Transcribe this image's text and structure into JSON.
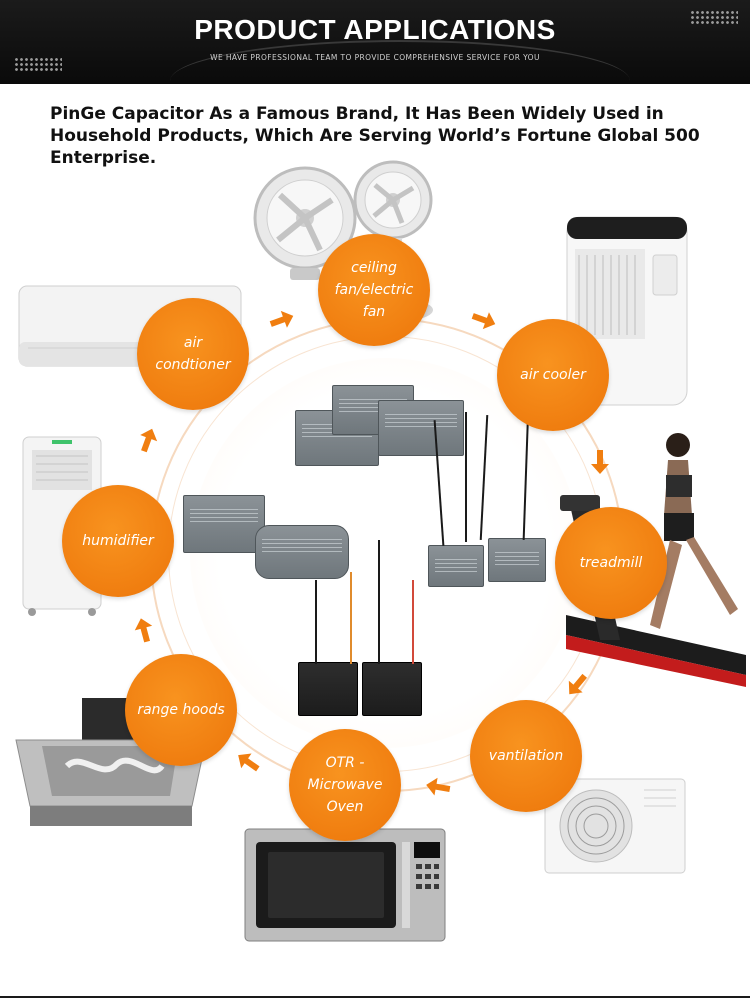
{
  "header": {
    "title": "PRODUCT APPLICATIONS",
    "subtitle": "WE HAVE PROFESSIONAL TEAM TO PROVIDE COMPREHENSIVE SERVICE FOR YOU"
  },
  "intro": "PinGe Capacitor As a Famous Brand, It Has Been Widely Used in Household Products, Which Are Serving World’s Fortune Global 500 Enterprise.",
  "categories": {
    "ceiling_fan": "ceiling fan/electric fan",
    "air_conditioner": "air condtioner",
    "air_cooler": "air cooler",
    "humidifier": "humidifier",
    "treadmill": "treadmill",
    "range_hoods": "range hoods",
    "ventilation": "vantilation",
    "microwave": "OTR -Microwave Oven"
  },
  "colors": {
    "accent": "#f07e10",
    "header_bg": "#111111",
    "ring": "#f6d9bf"
  }
}
